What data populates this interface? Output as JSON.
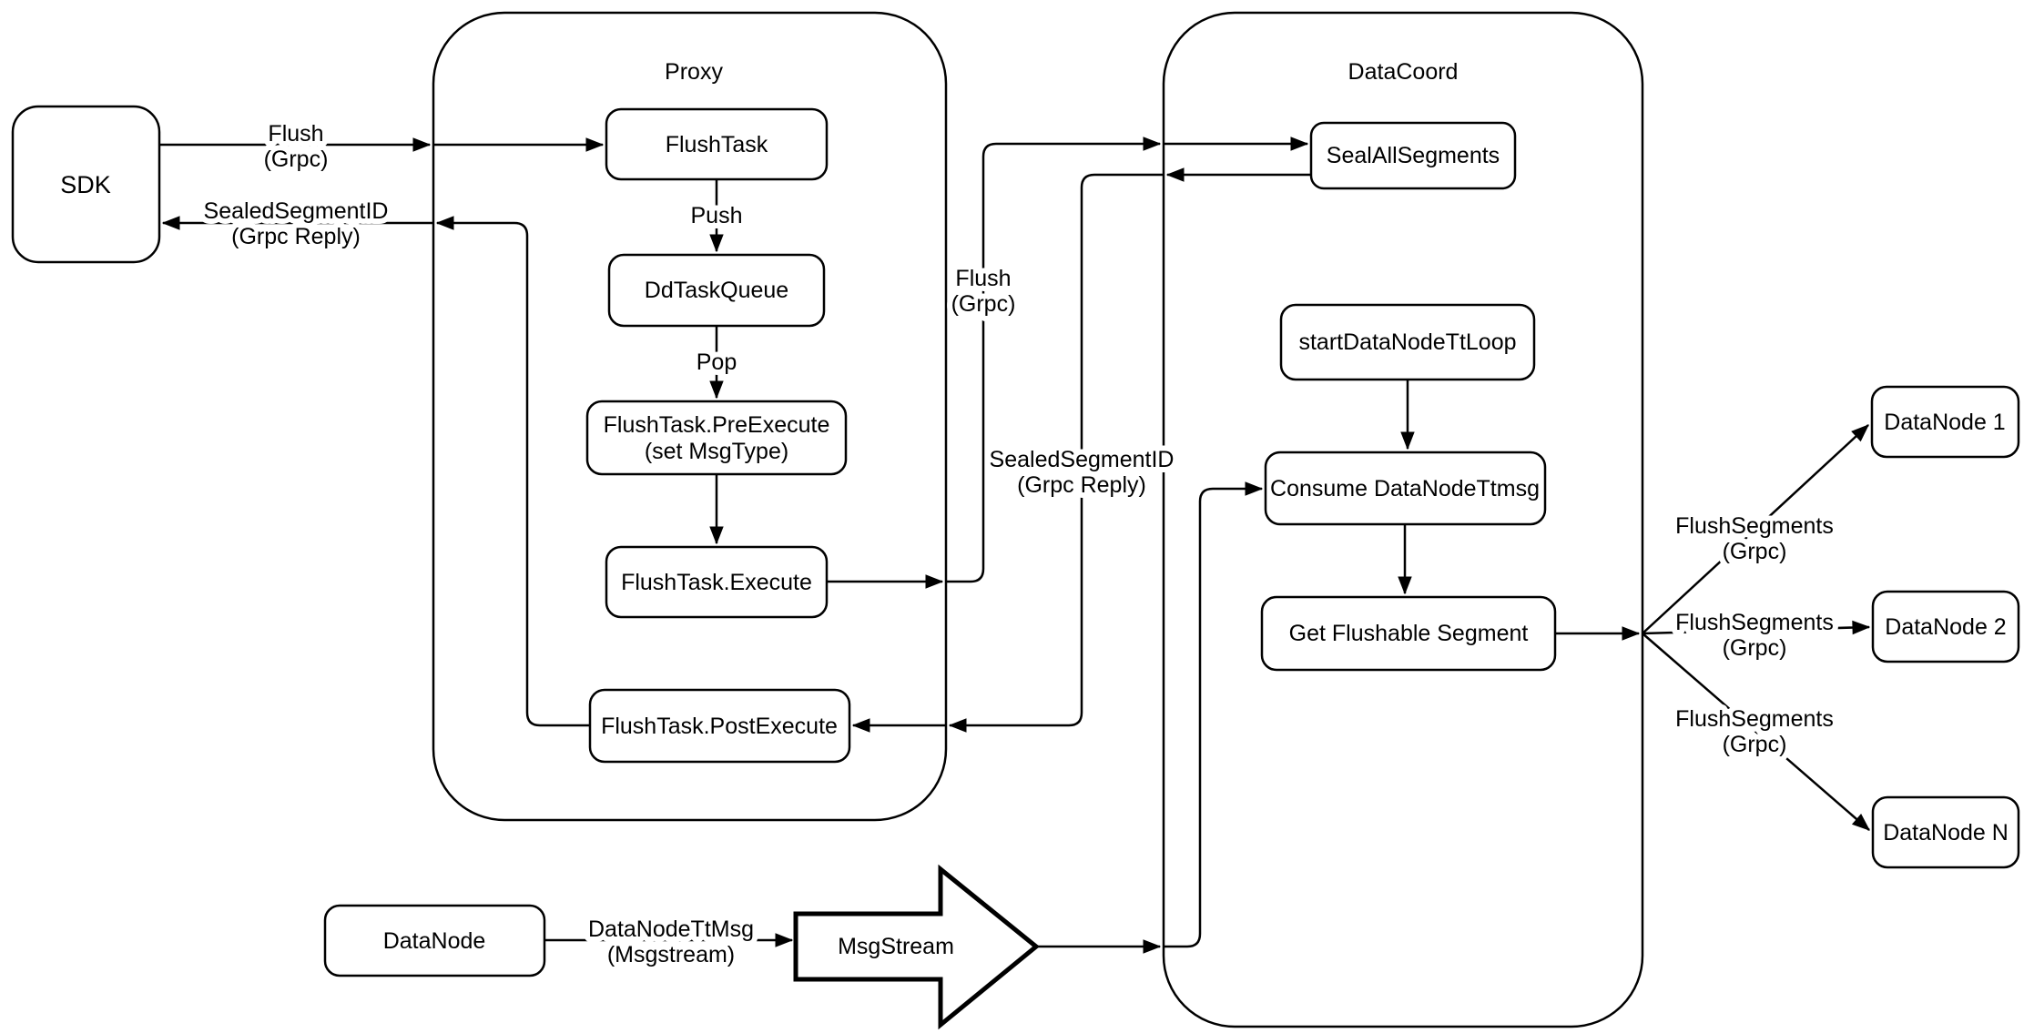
{
  "containers": {
    "proxy": {
      "title": "Proxy"
    },
    "datacoord": {
      "title": "DataCoord"
    }
  },
  "nodes": {
    "sdk": "SDK",
    "flushtask": "FlushTask",
    "ddtaskqueue": "DdTaskQueue",
    "preexecute_line1": "FlushTask.PreExecute",
    "preexecute_line2": "(set MsgType)",
    "execute": "FlushTask.Execute",
    "postexecute": "FlushTask.PostExecute",
    "sealallsegments": "SealAllSegments",
    "startdatanodettloop": "startDataNodeTtLoop",
    "consume": "Consume DataNodeTtmsg",
    "getflushable": "Get Flushable Segment",
    "datanode1": "DataNode 1",
    "datanode2": "DataNode 2",
    "datanoden": "DataNode N",
    "datanode_bottom": "DataNode",
    "msgstream": "MsgStream"
  },
  "edge_labels": {
    "flush_sdk_line1": "Flush",
    "flush_sdk_line2": "(Grpc)",
    "sealed_sdk_line1": "SealedSegmentID",
    "sealed_sdk_line2": "(Grpc Reply)",
    "push": "Push",
    "pop": "Pop",
    "flush_mid_line1": "Flush",
    "flush_mid_line2": "(Grpc)",
    "sealed_mid_line1": "SealedSegmentID",
    "sealed_mid_line2": "(Grpc Reply)",
    "flushsegments1_line1": "FlushSegments",
    "flushsegments1_line2": "(Grpc)",
    "flushsegments2_line1": "FlushSegments",
    "flushsegments2_line2": "(Grpc)",
    "flushsegments3_line1": "FlushSegments",
    "flushsegments3_line2": "(Grpc)",
    "datanodettmsg_line1": "DataNodeTtMsg",
    "datanodettmsg_line2": "(Msgstream)"
  },
  "colors": {
    "stroke": "#000000",
    "background": "#ffffff"
  }
}
